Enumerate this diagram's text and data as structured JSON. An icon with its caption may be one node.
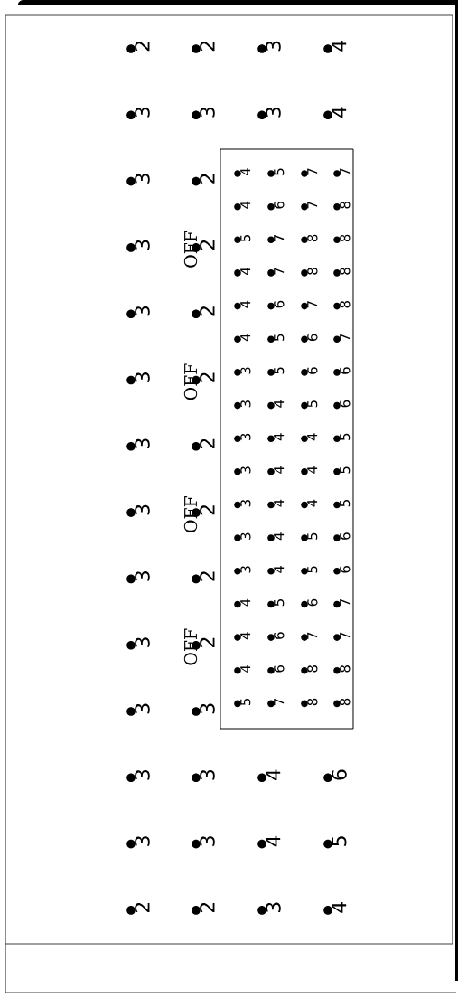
{
  "diagram": {
    "labels": [
      "2",
      "2",
      "3",
      "4",
      "3",
      "3",
      "3",
      "4",
      "3",
      "2",
      "3",
      "OFF",
      "2",
      "3",
      "2",
      "3",
      "OFF",
      "2",
      "3",
      "2",
      "3",
      "OFF",
      "2",
      "3",
      "2",
      "3",
      "OFF",
      "2",
      "3",
      "3",
      "3",
      "3",
      "4",
      "6",
      "3",
      "3",
      "4",
      "5",
      "2",
      "2",
      "3",
      "4",
      "4",
      "5",
      "7",
      "7",
      "4",
      "6",
      "7",
      "8",
      "5",
      "7",
      "8",
      "8",
      "4",
      "7",
      "8",
      "8",
      "4",
      "6",
      "7",
      "8",
      "4",
      "5",
      "6",
      "7",
      "3",
      "5",
      "6",
      "6",
      "3",
      "4",
      "5",
      "6",
      "3",
      "4",
      "4",
      "5",
      "3",
      "4",
      "4",
      "5",
      "3",
      "4",
      "4",
      "5",
      "3",
      "4",
      "5",
      "6",
      "3",
      "4",
      "5",
      "6",
      "4",
      "5",
      "6",
      "7",
      "4",
      "6",
      "7",
      "7",
      "4",
      "6",
      "8",
      "8",
      "5",
      "7",
      "8",
      "8"
    ]
  }
}
